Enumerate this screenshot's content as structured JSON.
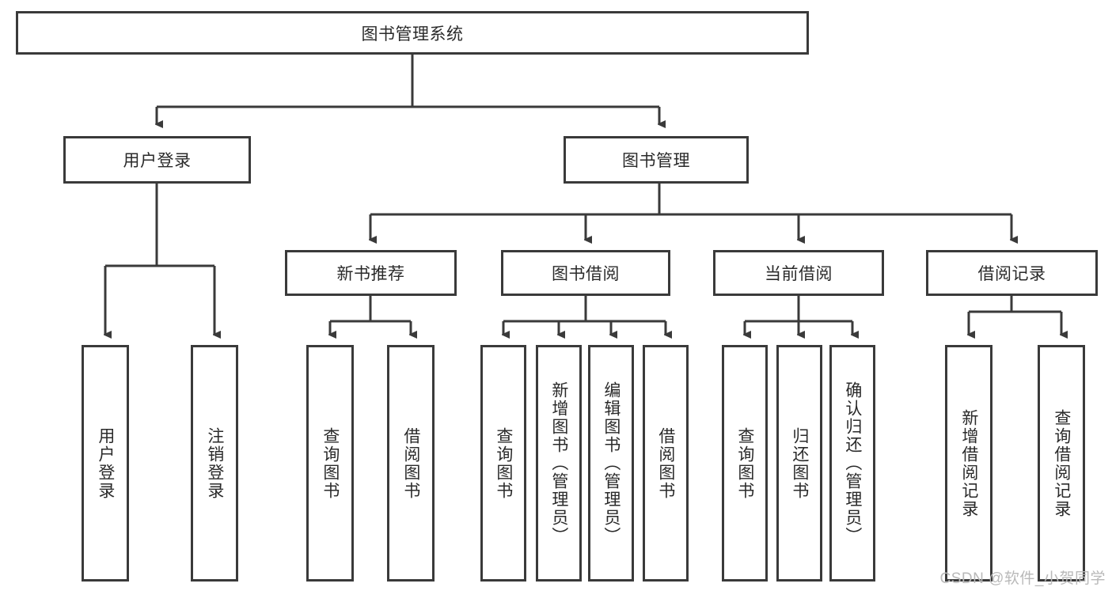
{
  "diagram": {
    "title_node": {
      "label": "图书管理系统"
    },
    "level2": [
      {
        "label": "用户登录"
      },
      {
        "label": "图书管理"
      }
    ],
    "level3": [
      {
        "label": "新书推荐"
      },
      {
        "label": "图书借阅"
      },
      {
        "label": "当前借阅"
      },
      {
        "label": "借阅记录"
      }
    ],
    "leaves": {
      "user_login": [
        {
          "label": "用户登录"
        },
        {
          "label": "注销登录"
        }
      ],
      "new_book": [
        {
          "label": "查询图书"
        },
        {
          "label": "借阅图书"
        }
      ],
      "book_borrow": [
        {
          "label": "查询图书"
        },
        {
          "label": "新增图书（管理员）"
        },
        {
          "label": "编辑图书（管理员）"
        },
        {
          "label": "借阅图书"
        }
      ],
      "current_borrow": [
        {
          "label": "查询图书"
        },
        {
          "label": "归还图书"
        },
        {
          "label": "确认归还（管理员）"
        }
      ],
      "borrow_record": [
        {
          "label": "新增借阅记录"
        },
        {
          "label": "查询借阅记录"
        }
      ]
    }
  },
  "watermark": {
    "text": "CSDN @软件_小贺同学"
  },
  "colors": {
    "stroke": "#3a3a3a",
    "text": "#2a2a2a",
    "background": "#ffffff",
    "watermark": "#b9b9b9"
  }
}
